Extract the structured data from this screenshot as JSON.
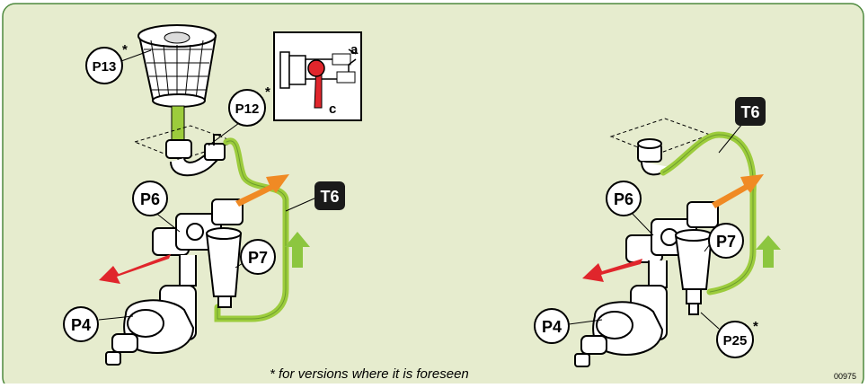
{
  "colors": {
    "panel_fill": "#e6ecce",
    "panel_border": "#4f8a3f",
    "hose_green": "#9ccc3c",
    "arrow_orange": "#f08a24",
    "arrow_red": "#e0262c",
    "arrow_green": "#8cc63f",
    "valve_red": "#e0262c",
    "tag_black": "#1a1a1a"
  },
  "left_diagram": {
    "labels": {
      "p13": "P13",
      "p13_mark": "*",
      "p12": "P12",
      "p12_mark": "*",
      "p6": "P6",
      "p7": "P7",
      "p4": "P4",
      "t6": "T6"
    },
    "inset": {
      "a": "a",
      "c": "c"
    }
  },
  "right_diagram": {
    "labels": {
      "t6": "T6",
      "p6": "P6",
      "p7": "P7",
      "p4": "P4",
      "p25": "P25",
      "p25_mark": "*"
    }
  },
  "footnote": "* for versions where it is foreseen",
  "figure_code": "00975"
}
